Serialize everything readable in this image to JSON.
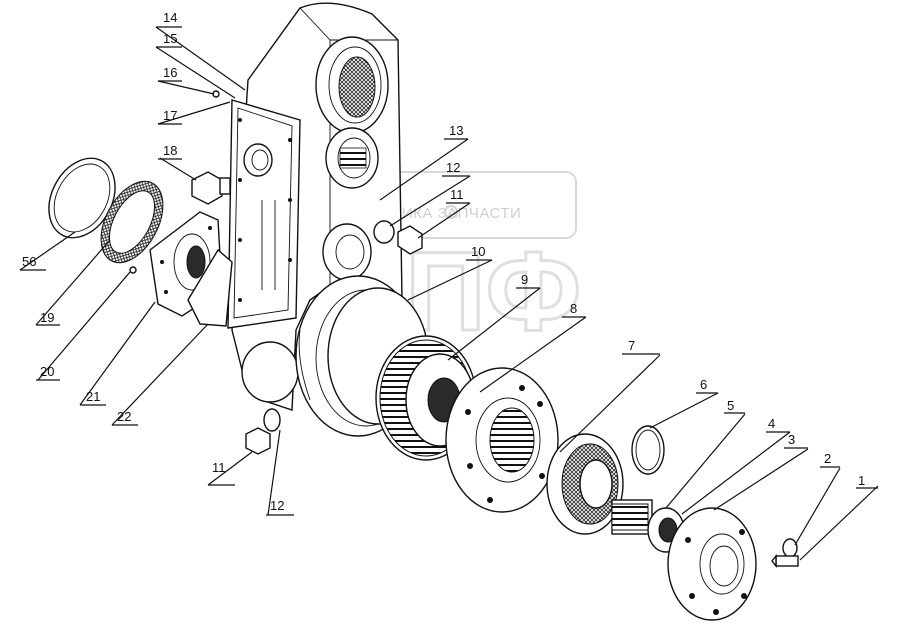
{
  "watermark": {
    "text": "ТЕХНИКА ЗАПЧАСТИ",
    "logo_letters": "ОПФ"
  },
  "callouts": [
    {
      "id": "c1",
      "label": "1"
    },
    {
      "id": "c2",
      "label": "2"
    },
    {
      "id": "c3",
      "label": "3"
    },
    {
      "id": "c4",
      "label": "4"
    },
    {
      "id": "c5",
      "label": "5"
    },
    {
      "id": "c6",
      "label": "6"
    },
    {
      "id": "c7",
      "label": "7"
    },
    {
      "id": "c8",
      "label": "8"
    },
    {
      "id": "c9",
      "label": "9"
    },
    {
      "id": "c10",
      "label": "10"
    },
    {
      "id": "c11a",
      "label": "11"
    },
    {
      "id": "c11b",
      "label": "11"
    },
    {
      "id": "c12a",
      "label": "12"
    },
    {
      "id": "c12b",
      "label": "12"
    },
    {
      "id": "c13",
      "label": "13"
    },
    {
      "id": "c14",
      "label": "14"
    },
    {
      "id": "c15",
      "label": "15"
    },
    {
      "id": "c16",
      "label": "16"
    },
    {
      "id": "c17",
      "label": "17"
    },
    {
      "id": "c18",
      "label": "18"
    },
    {
      "id": "c19",
      "label": "19"
    },
    {
      "id": "c20",
      "label": "20"
    },
    {
      "id": "c21",
      "label": "21"
    },
    {
      "id": "c22",
      "label": "22"
    },
    {
      "id": "c56",
      "label": "56"
    }
  ]
}
